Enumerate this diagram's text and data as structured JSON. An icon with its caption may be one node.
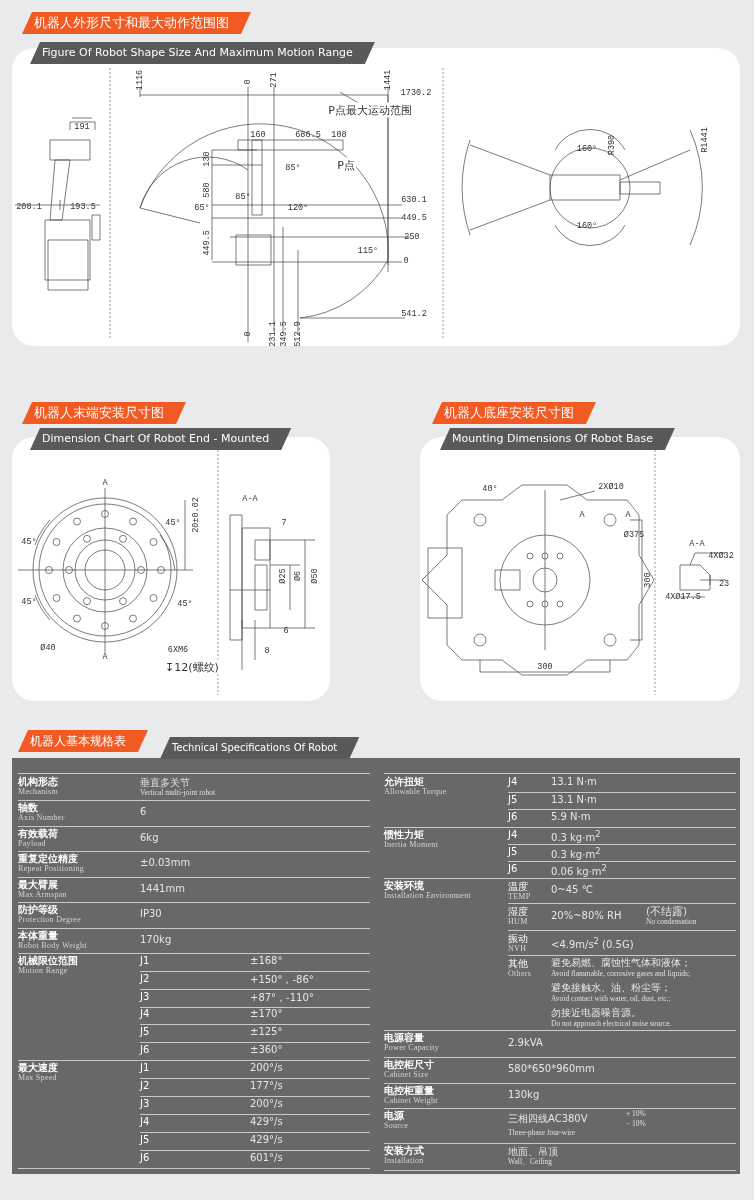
{
  "diagram": {
    "labels": [
      "机器人外形尺寸和最大动作范围图",
      "Figure Of Robot Shape Size And Maximum Motion Range",
      "191",
      "208.1",
      "193.5",
      "1116",
      "0",
      "271",
      "1441",
      "1730.2",
      "P点最大运动范围",
      "160",
      "686.5",
      "108",
      "85°",
      "P点",
      "130",
      "580",
      "85°",
      "65°",
      "120°",
      "630.1",
      "449.5",
      "250",
      "0",
      "115°",
      "449.5",
      "541.2",
      "0",
      "231.1",
      "349.5",
      "512.9",
      "160°",
      "R390",
      "R1441",
      "160°",
      "机器人末端安装尺寸图",
      "Dimension Chart Of Robot End - Mounted",
      "A",
      "20±0.02",
      "45°",
      "45°",
      "45°",
      "45°",
      "Ø40",
      "A",
      "6XM6",
      "↧12(螺纹)",
      "A-A",
      "7",
      "Ø25",
      "Ø6",
      "Ø50",
      "6",
      "8",
      "机器人底座安装尺寸图",
      "Mounting Dimensions Of Robot Base",
      "40°",
      "2XØ10",
      "A",
      "A",
      "Ø375",
      "300",
      "300",
      "A-A",
      "4XØ32",
      "23",
      "4XØ17.5",
      "机器人基本规格表",
      "Technical Specifications Of Robot",
      "机构形态",
      "Mechanism",
      "垂直多关节",
      "Vertical multi-joint robot",
      "轴数",
      "Axis Number",
      "6",
      "有效载荷",
      "Payload",
      "6kg",
      "重复定位精度",
      "Repeat Positioning",
      "±0.03mm",
      "最大臂展",
      "Max Armspan",
      "1441mm",
      "防护等级",
      "Protection Degree",
      "IP30",
      "本体重量",
      "Robot Body Weight",
      "170kg",
      "机械限位范围",
      "Motion Range",
      "J1",
      "±168°",
      "J2",
      "+150°，-86°",
      "J3",
      "+87°，-110°",
      "J4",
      "±170°",
      "J5",
      "±125°",
      "J6",
      "±360°",
      "最大速度",
      "Max Speed",
      "J1",
      "200°/s",
      "J2",
      "177°/s",
      "J3",
      "200°/s",
      "J4",
      "429°/s",
      "J5",
      "429°/s",
      "J6",
      "601°/s",
      "允许扭矩",
      "Allowable Torque",
      "J4",
      "13.1 N·m",
      "J5",
      "13.1 N·m",
      "J6",
      "5.9 N·m",
      "惯性力矩",
      "Inertia Moment",
      "J4",
      "0.3 kg·m$^{2}$",
      "J5",
      "0.3 kg·m$^{2}$",
      "J6",
      "0.06 kg·m$^{2}$",
      "安装环境",
      "Installation Environment",
      "温度",
      "TEMP",
      "0~45 ℃",
      "湿度",
      "HUM",
      "20%~80% RH",
      "(不结露)",
      "No condensation",
      "振动",
      "NVH",
      "<4.9m/s$^{2}$ (0.5G)",
      "其他",
      "Others",
      "避免易燃、腐蚀性气体和液体；",
      "Avoid flammable, corrosive gases and liquids;",
      "避免接触水、油、粉尘等；",
      "Avoid contact with water, oil, dust, etc.;",
      "勿接近电器噪音源。",
      "Do not approach electrical noise source.",
      "电源容量",
      "Power Capacity",
      "2.9kVA",
      "电控柜尺寸",
      "Cabinet Size",
      "580*650*960mm",
      "电控柜重量",
      "Cabinet Weight",
      "130kg",
      "电源",
      "Source",
      "三相四线AC380V",
      "+ 10%",
      "− 10%",
      "Three-phase four-wire",
      "安装方式",
      "Installation",
      "地面、吊顶",
      "Wall、Ceiling"
    ]
  }
}
